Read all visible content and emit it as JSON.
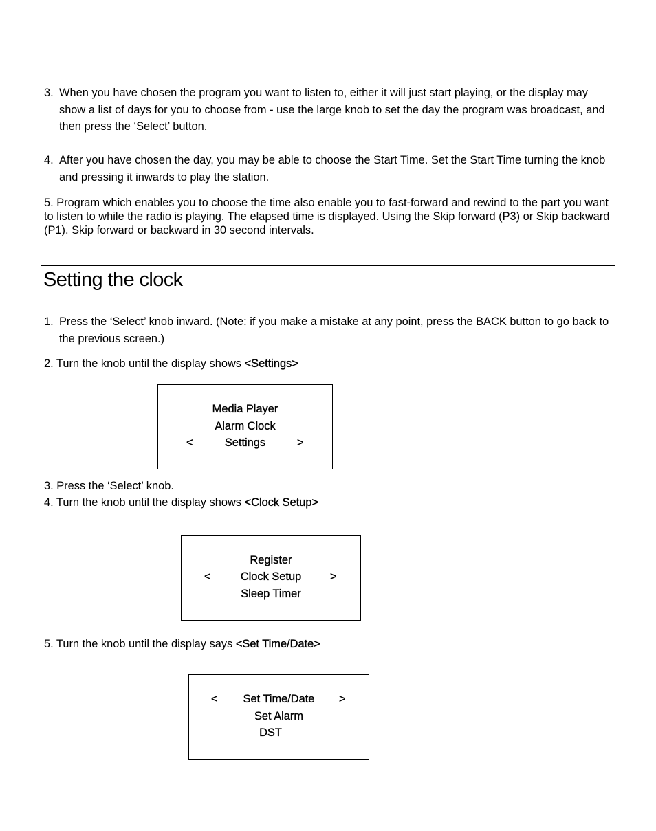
{
  "steps_top": [
    {
      "num": "3.",
      "text": "When you have chosen the program you want to listen to, either it will just start playing, or the display may show a list of days for you to choose from - use the large knob to set the day the program was broadcast, and then press the ‘Select’ button."
    },
    {
      "num": "4.",
      "text": "After you have chosen the day, you may be able to choose the Start Time. Set the Start Time turning the knob and pressing it inwards to play the station."
    }
  ],
  "paragraph5": "5.  Program which enables you to choose the time also enable you to fast-forward and rewind to the part you want to listen to while the radio is playing.  The elapsed time is displayed.  Using the Skip forward (P3) or Skip backward (P1).  Skip forward or backward in 30 second intervals.",
  "section_title": "Setting the clock",
  "clock_steps": {
    "step1": {
      "num": "1.",
      "text": "Press the ‘Select’ knob inward. (Note: if you make a mistake at any point, press the BACK button to go back to the previous screen.)"
    },
    "step2": {
      "text": "2. Turn the knob until the display shows ",
      "highlight": "<Settings>"
    },
    "step3": {
      "text": "3.  Press the ‘Select’ knob."
    },
    "step4": {
      "text": "4.  Turn the knob until the display shows ",
      "highlight": "<Clock Setup>"
    },
    "step5": {
      "text": "5.  Turn the knob until the display says ",
      "highlight": "<Set Time/Date>"
    }
  },
  "display_1": {
    "items": [
      "Media Player",
      "Alarm Clock",
      "Settings"
    ],
    "left_arrow": "<",
    "right_arrow": ">"
  },
  "display_2": {
    "items": [
      "Register",
      "Clock Setup",
      "Sleep Timer"
    ],
    "left_arrow": "<",
    "right_arrow": ">"
  },
  "display_3": {
    "items": [
      "Set Time/Date",
      "Set Alarm",
      "DST"
    ],
    "left_arrow": "<",
    "right_arrow": ">"
  }
}
